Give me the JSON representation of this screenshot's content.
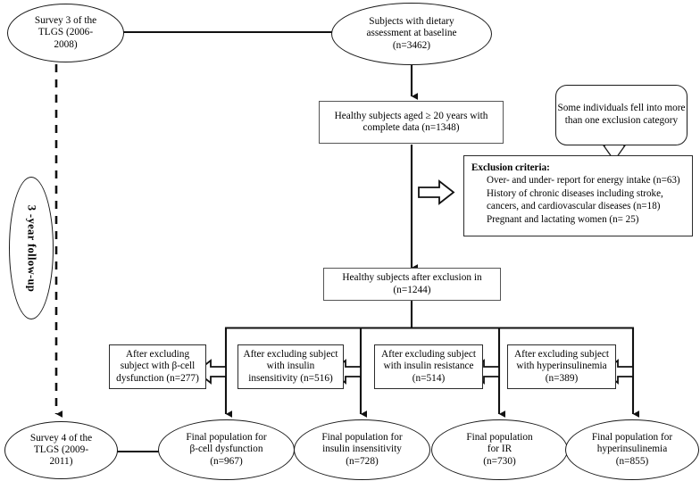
{
  "diagram": {
    "title": "TLGS dietary assessment participant flow",
    "colors": {
      "line": "#111111",
      "box_border_gray": "#555555",
      "box_border_dark": "#2b2b2b",
      "background": "#ffffff"
    },
    "nodes": {
      "survey3": {
        "label": "Survey 3 of the\nTLGS (2006-\n2008)"
      },
      "baseline": {
        "label": "Subjects with dietary\nassessment at baseline\n(n=3462)"
      },
      "healthy_complete": {
        "label": "Healthy subjects aged ≥ 20 years with\ncomplete data (n=1348)"
      },
      "callout": {
        "label": "Some individuals fell\ninto more than one\nexclusion category"
      },
      "exclusion": {
        "heading": "Exclusion criteria:",
        "items": [
          "Over- and under- report for energy intake (n=63)",
          "History of chronic diseases including stroke, cancers, and cardiovascular diseases (n=18)",
          "Pregnant and lactating women (n= 25)"
        ]
      },
      "after_exclusion": {
        "label": "Healthy subjects after exclusion in\n(n=1244)"
      },
      "followup": {
        "label": "3 -year follow-up"
      },
      "survey4": {
        "label": "Survey 4 of the\nTLGS (2009-\n2011)"
      }
    },
    "excluding_row": [
      {
        "label": "After excluding\nsubject with β-cell\ndysfunction (n=277)"
      },
      {
        "label": "After excluding subject\nwith insulin\ninsensitivity (n=516)"
      },
      {
        "label": "After excluding subject\nwith insulin resistance\n(n=514)"
      },
      {
        "label": "After excluding subject\nwith hyperinsulinemia\n(n=389)"
      }
    ],
    "final_row": [
      {
        "label": "Final population for\nβ-cell dysfunction\n(n=967)"
      },
      {
        "label": "Final population for\ninsulin insensitivity\n(n=728)"
      },
      {
        "label": "Final population\nfor IR\n(n=730)"
      },
      {
        "label": "Final population for\nhyperinsulinemia\n(n=855)"
      }
    ]
  }
}
